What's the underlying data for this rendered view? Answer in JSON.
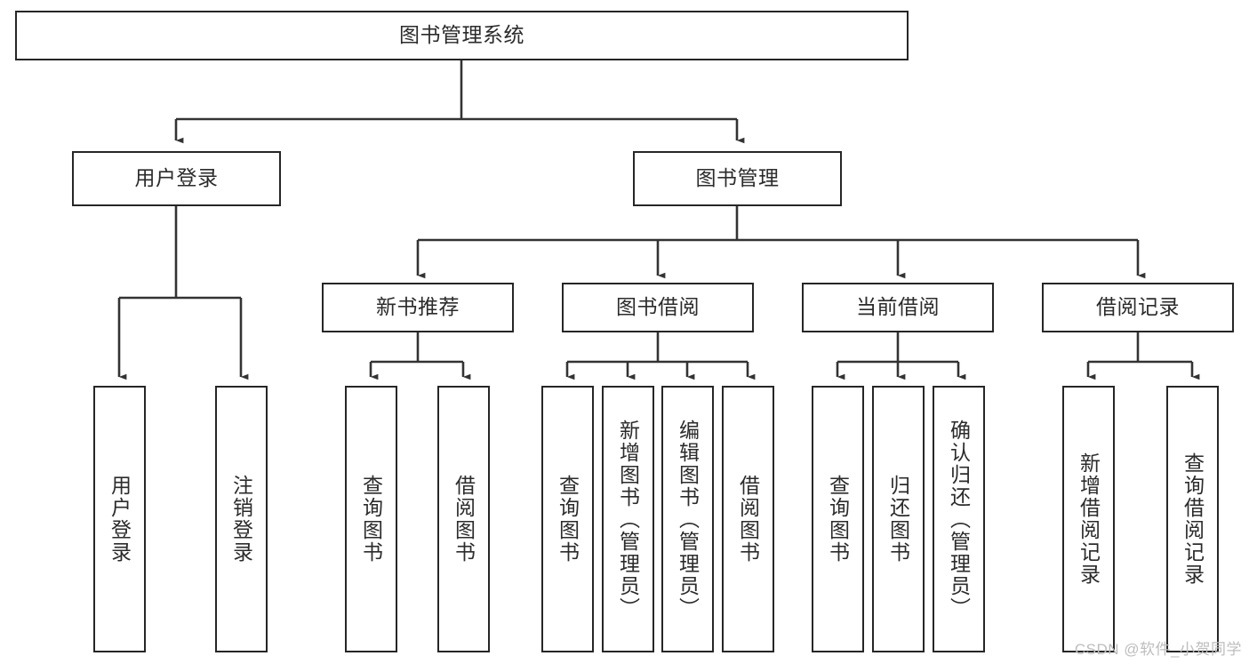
{
  "diagram": {
    "title": "图书管理系统",
    "type": "tree",
    "watermark": "CSDN @软件_小贺同学",
    "colors": {
      "box_border": "#262626",
      "box_fill": "#ffffff",
      "edge": "#333333",
      "text": "#2b2b2b",
      "watermark": "#bdbdbd"
    },
    "root": {
      "label": "图书管理系统"
    },
    "level2": [
      {
        "label": "用户登录"
      },
      {
        "label": "图书管理"
      }
    ],
    "level3": [
      {
        "label": "新书推荐"
      },
      {
        "label": "图书借阅"
      },
      {
        "label": "当前借阅"
      },
      {
        "label": "借阅记录"
      }
    ],
    "leaves": {
      "user_login": [
        {
          "label": "用户登录"
        },
        {
          "label": "注销登录"
        }
      ],
      "new_book": [
        {
          "label": "查询图书"
        },
        {
          "label": "借阅图书"
        }
      ],
      "book_borrow": [
        {
          "label": "查询图书"
        },
        {
          "label": "新增图书（管理员）"
        },
        {
          "label": "编辑图书（管理员）"
        },
        {
          "label": "借阅图书"
        }
      ],
      "current_borrow": [
        {
          "label": "查询图书"
        },
        {
          "label": "归还图书"
        },
        {
          "label": "确认归还（管理员）"
        }
      ],
      "borrow_record": [
        {
          "label": "新增借阅记录"
        },
        {
          "label": "查询借阅记录"
        }
      ]
    }
  }
}
